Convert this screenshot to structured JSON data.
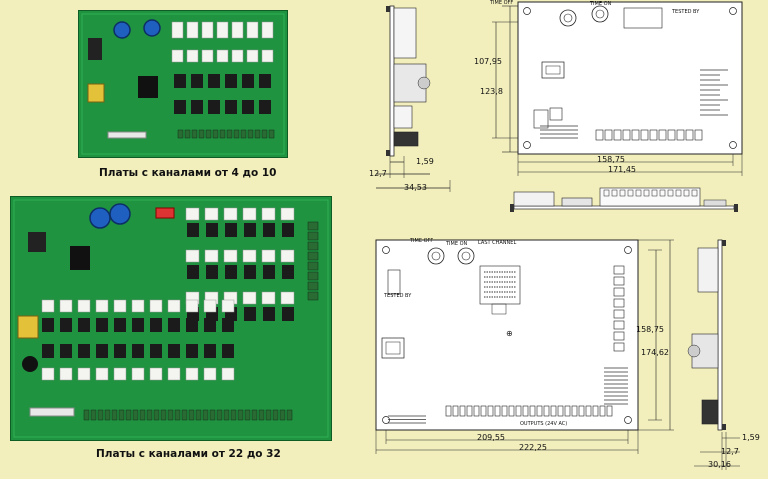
{
  "captions": {
    "small_board": "Платы с каналами от 4 до 10",
    "large_board": "Платы с каналами от 22 до 32"
  },
  "top_drawing": {
    "dims": {
      "height_inner": "107,95",
      "height_outer": "123,8",
      "side_thick": "1,59",
      "side_depth": "12,7",
      "side_total": "34,53",
      "width_inner": "158,75",
      "width_outer": "171,45"
    },
    "labels": {
      "time_off": "TIME OFF",
      "time_on": "TIME ON",
      "tested_by": "TESTED BY"
    }
  },
  "bottom_drawing": {
    "dims": {
      "height_inner": "158,75",
      "height_outer": "174,62",
      "width_inner": "209,55",
      "width_outer": "222,25",
      "side_thick": "1,59",
      "side_depth": "12,7",
      "side_total": "30,16"
    },
    "labels": {
      "time_off": "TIME OFF",
      "time_on": "TIME ON",
      "last_channel": "LAST CHANNEL",
      "tested_by": "TESTED BY",
      "outputs": "OUTPUTS (24V AC)"
    }
  },
  "colors": {
    "background": "#f2efbc",
    "pcb": "#1e8f3c",
    "pcb_dark": "#136b2a",
    "drawing": "#ffffff",
    "line": "#222222"
  }
}
